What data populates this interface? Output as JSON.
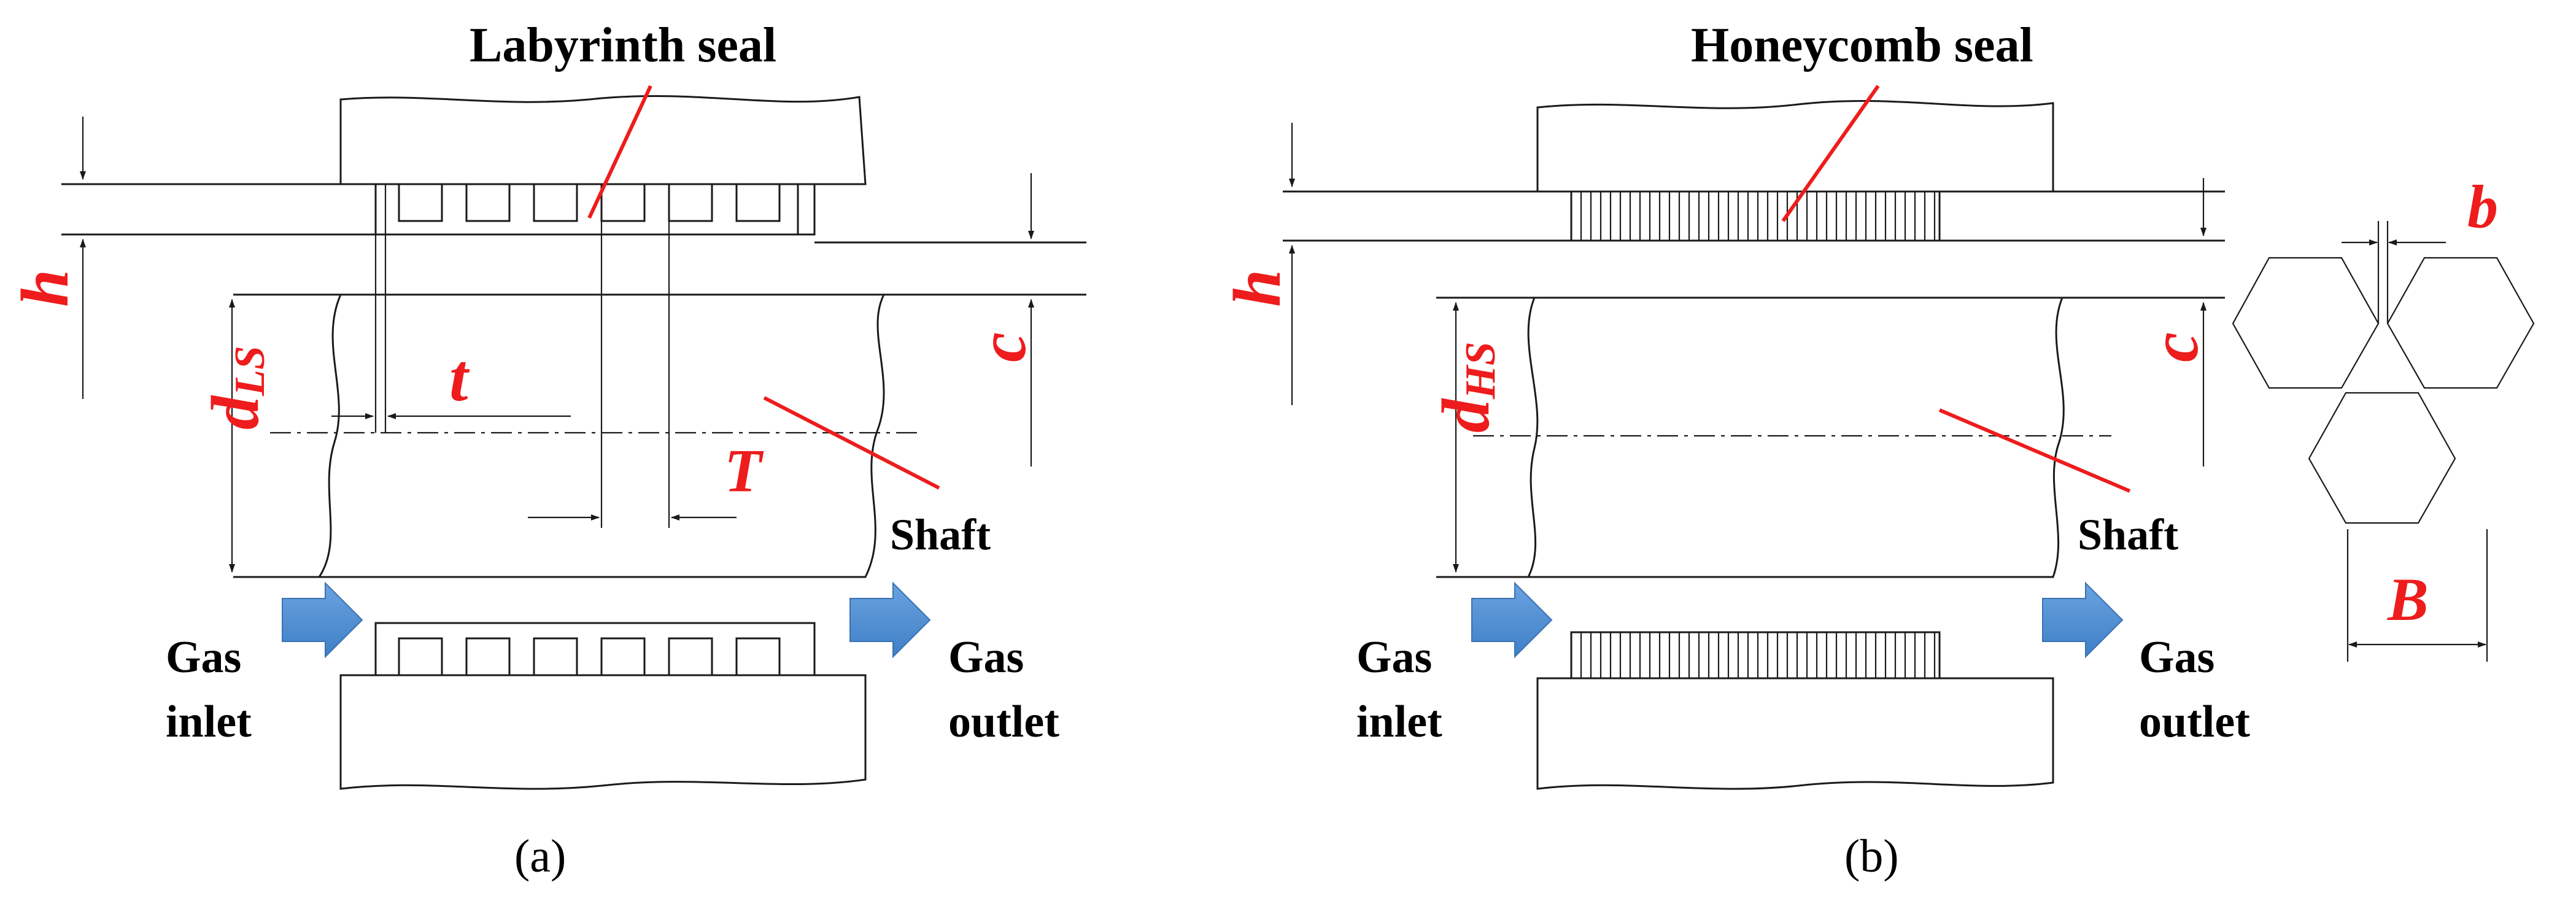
{
  "panel_a": {
    "title": "Labyrinth seal",
    "shaft": "Shaft",
    "gas_inlet_1": "Gas",
    "gas_inlet_2": "inlet",
    "gas_outlet_1": "Gas",
    "gas_outlet_2": "outlet",
    "dim_h": "h",
    "dim_d_main": "d",
    "dim_d_sub": "LS",
    "dim_t": "t",
    "dim_T": "T",
    "dim_c": "c",
    "caption": "(a)"
  },
  "panel_b": {
    "title": "Honeycomb seal",
    "shaft": "Shaft",
    "gas_inlet_1": "Gas",
    "gas_inlet_2": "inlet",
    "gas_outlet_1": "Gas",
    "gas_outlet_2": "outlet",
    "dim_h": "h",
    "dim_d_main": "d",
    "dim_d_sub": "HS",
    "dim_c": "c",
    "dim_b": "b",
    "dim_B": "B",
    "caption": "(b)"
  },
  "colors": {
    "annotation": "#ee1c1c",
    "arrow_fill": "#4f8ed0",
    "line": "#1a1a1a"
  }
}
